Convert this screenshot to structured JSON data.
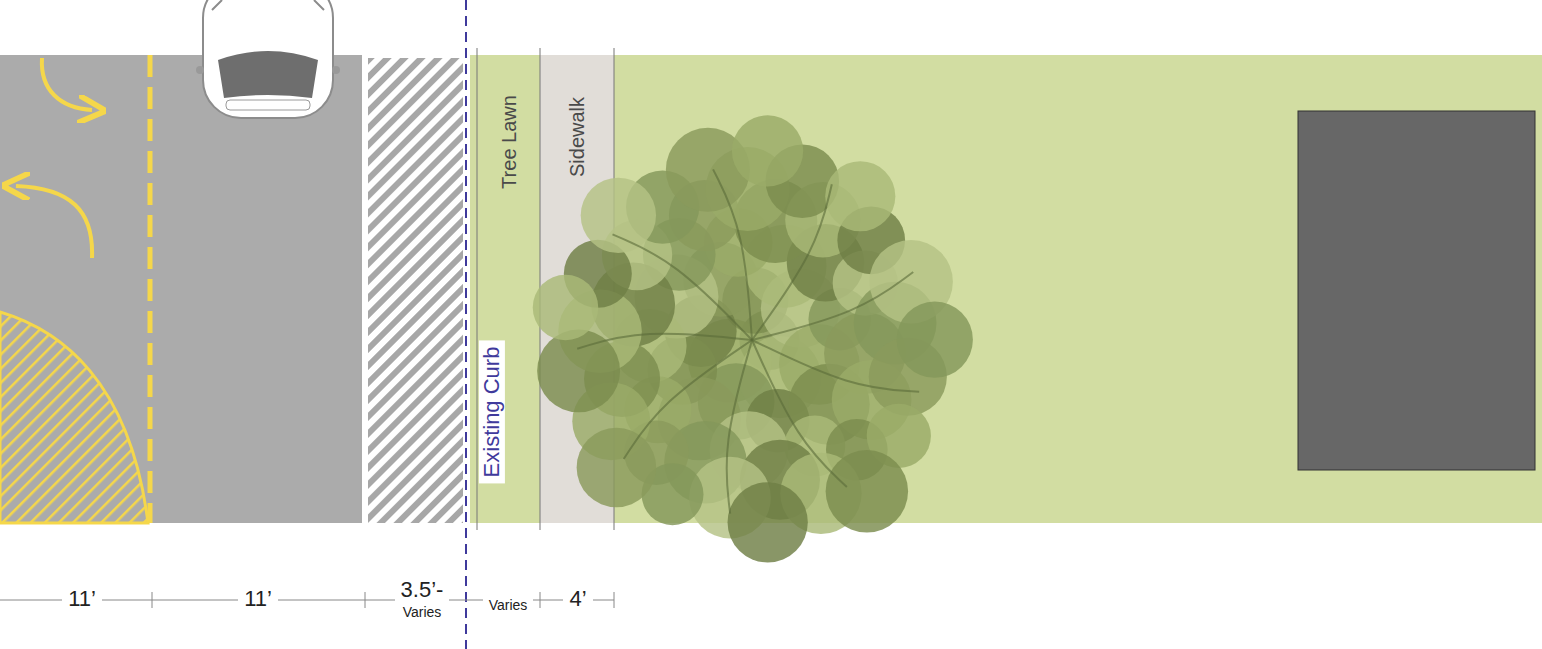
{
  "diagram": {
    "nodes": [
      {
        "text": [
          "Tree Lawn"
        ]
      },
      {
        "text": [
          "Sidewalk"
        ]
      }
    ],
    "labels": [
      "Existing Curb",
      "11’",
      "11’",
      "3.5’-",
      "Varies",
      "Varies",
      "4’"
    ]
  }
}
